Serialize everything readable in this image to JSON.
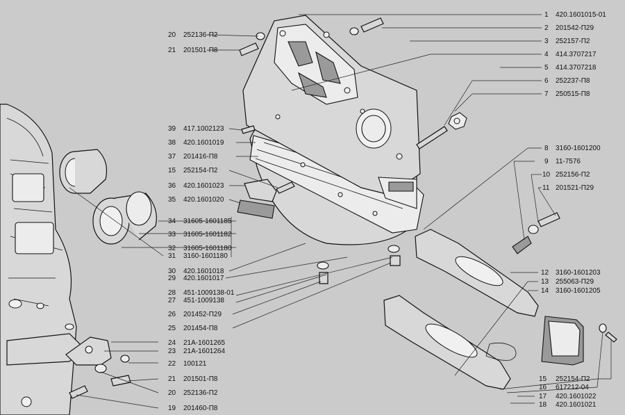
{
  "callouts_right": [
    {
      "num": "1",
      "code": "420.1601015-01"
    },
    {
      "num": "2",
      "code": "201542-П29"
    },
    {
      "num": "3",
      "code": "252157-П2"
    },
    {
      "num": "4",
      "code": "414.3707217"
    },
    {
      "num": "5",
      "code": "414.3707218"
    },
    {
      "num": "6",
      "code": "252237-П8"
    },
    {
      "num": "7",
      "code": "250515-П8"
    },
    {
      "num": "8",
      "code": "3160-1601200"
    },
    {
      "num": "9",
      "code": "11-7576"
    },
    {
      "num": "10",
      "code": "252156-П2"
    },
    {
      "num": "11",
      "code": "201521-П29"
    },
    {
      "num": "12",
      "code": "3160-1601203"
    },
    {
      "num": "13",
      "code": "255063-П29"
    },
    {
      "num": "14",
      "code": "3160-1601205"
    },
    {
      "num": "15",
      "code": "252154-П2"
    },
    {
      "num": "16",
      "code": "617212-04"
    },
    {
      "num": "17",
      "code": "420.1601022"
    },
    {
      "num": "18",
      "code": "420.1601021"
    }
  ],
  "callouts_left": [
    {
      "num": "20",
      "code": "252136-П2"
    },
    {
      "num": "21",
      "code": "201501-П8"
    },
    {
      "num": "39",
      "code": "417.1002123"
    },
    {
      "num": "38",
      "code": "420.1601019"
    },
    {
      "num": "37",
      "code": "201416-П8"
    },
    {
      "num": "15",
      "code": "252154-П2"
    },
    {
      "num": "36",
      "code": "420.1601023"
    },
    {
      "num": "35",
      "code": "420.1601020"
    },
    {
      "num": "34",
      "code": "31605-1601185"
    },
    {
      "num": "33",
      "code": "31605-1601182"
    },
    {
      "num": "32",
      "code": "31605-1601180"
    },
    {
      "num": "31",
      "code": "3160-1601180"
    },
    {
      "num": "30",
      "code": "420.1601018"
    },
    {
      "num": "29",
      "code": "420.1601017"
    },
    {
      "num": "28",
      "code": "451-1009138-01"
    },
    {
      "num": "27",
      "code": "451-1009138"
    },
    {
      "num": "26",
      "code": "201452-П29"
    },
    {
      "num": "25",
      "code": "201454-П8"
    },
    {
      "num": "24",
      "code": "21А-1601265"
    },
    {
      "num": "23",
      "code": "21А-1601264"
    },
    {
      "num": "22",
      "code": "100121"
    },
    {
      "num": "21",
      "code": "201501-П8"
    },
    {
      "num": "20",
      "code": "252136-П2"
    },
    {
      "num": "19",
      "code": "201460-П8"
    }
  ]
}
